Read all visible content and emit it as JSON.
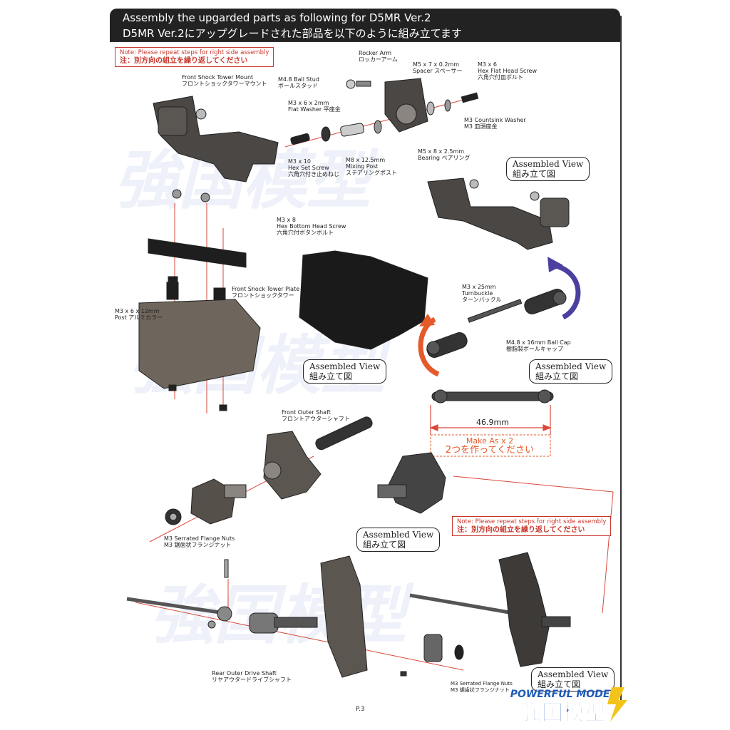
{
  "header": {
    "title_en": "Assembly the upgarded parts as following for D5MR Ver.2",
    "title_jp": "D5MR Ver.2にアップグレードされた部品を以下のように組み立てます"
  },
  "notes": {
    "repeat_en": "Note: Please repeat steps for right side assembly",
    "repeat_jp": "注：別方向の組立を繰り返してください"
  },
  "assembled_view": {
    "en": "Assembled View",
    "jp": "組み立て図"
  },
  "labels": {
    "front_shock_tower_mount": {
      "en": "Front Shock Tower Mount",
      "jp": "フロントショックタワーマウント"
    },
    "ball_stud": {
      "en": "M4.8 Ball Stud",
      "jp": "ボールスタッド"
    },
    "rocker_arm": {
      "en": "Rocker Arm",
      "jp": "ロッカーアーム"
    },
    "spacer": {
      "en": "M5 x 7 x 0.2mm",
      "en2": "Spacer",
      "jp": "スペーサー"
    },
    "hex_flat_head": {
      "en": "M3 x 6",
      "en2": "Hex Flat Head Screw",
      "jp": "六角穴付皿ボルト"
    },
    "flat_washer": {
      "en": "M3 x 6 x 2mm",
      "en2": "Flat Washer",
      "jp": "平座金"
    },
    "countsink_washer": {
      "en": "M3 Countsink Washer",
      "jp": "M3 皿頭座金"
    },
    "bearing": {
      "en": "M5 x 8 x 2.5mm",
      "en2": "Bearing",
      "jp": "ベアリング"
    },
    "set_screw": {
      "en": "M3 x 10",
      "en2": "Hex Set Screw",
      "jp": "六角穴付き止めねじ"
    },
    "mixing_post": {
      "en": "M8 x 12.5mm",
      "en2": "Mixing Post",
      "jp": "ステアリングポスト"
    },
    "hex_bottom_head": {
      "en": "M3 x 8",
      "en2": "Hex Bottom Head Screw",
      "jp": "六角穴付ボタンボルト"
    },
    "shock_tower_plate": {
      "en": "Front Shock Tower Plate",
      "jp": "フロントショックタワー"
    },
    "post": {
      "en": "M3 x 6 x 12mm",
      "en2": "Post",
      "jp": "アルミカラー"
    },
    "turnbuckle": {
      "en": "M3 x 25mm",
      "en2": "Turnbuckle",
      "jp": "ターンバックル"
    },
    "ball_cap": {
      "en": "M4.8 x 16mm Ball Cap",
      "jp": "樹脂製ボールキャップ"
    },
    "front_outer_shaft": {
      "en": "Front Outer Shaft",
      "jp": "フロントアウターシャフト"
    },
    "flange_nuts_1": {
      "en": "M3 Serrated Flange Nuts",
      "jp": "M3 鋸歯状フランジナット"
    },
    "rear_outer_drive_shaft": {
      "en": "Rear Outer Drive Shaft",
      "jp": "リヤアウタードライブシャフト"
    },
    "flange_nuts_2": {
      "en": "M3 Serrated Flange Nuts",
      "jp": "M3 鋸歯状フランジナット"
    }
  },
  "turnbuckle_length": "46.9mm",
  "make_as": {
    "en": "Make As x 2",
    "jp": "2つを作ってください"
  },
  "page_number": "P.3",
  "watermark": {
    "en": "POWERFUL MODEL",
    "jp": "強国模型"
  },
  "colors": {
    "header_bg": "#222222",
    "note_red": "#c8372d",
    "orange": "#e55a2b",
    "purple": "#4b3fa0",
    "parts": "#3a3835"
  }
}
